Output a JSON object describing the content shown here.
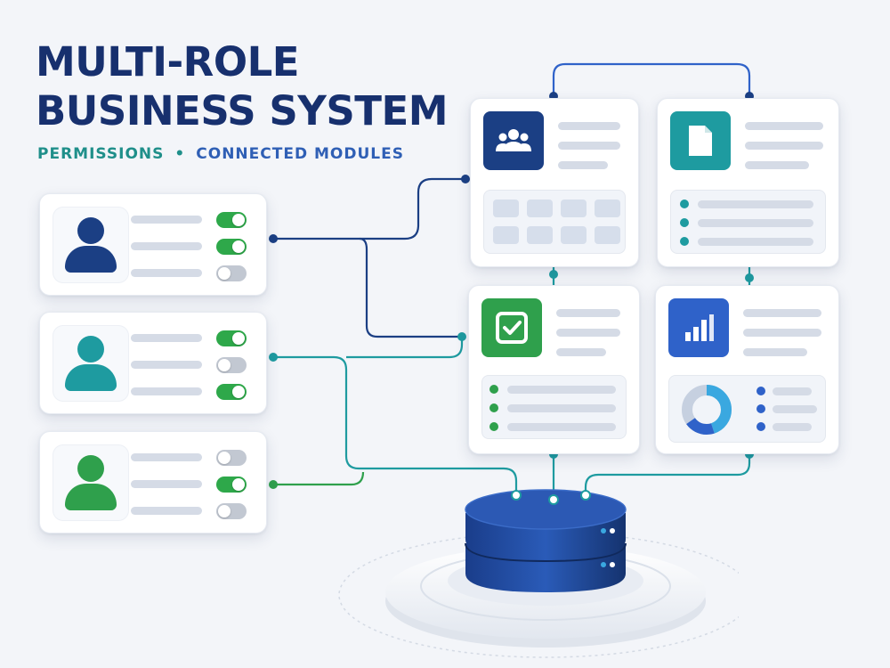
{
  "header": {
    "title_line1": "MULTI-ROLE",
    "title_line2": "BUSINESS SYSTEM",
    "subtitle_a": "PERMISSIONS",
    "subtitle_sep": "•",
    "subtitle_b": "CONNECTED MODULES"
  },
  "roles": [
    {
      "color": "#1b3f84",
      "toggles": [
        true,
        true,
        false
      ]
    },
    {
      "color": "#1e9ba0",
      "toggles": [
        true,
        false,
        true
      ]
    },
    {
      "color": "#2fa04c",
      "toggles": [
        false,
        true,
        false
      ]
    }
  ],
  "modules": [
    {
      "icon": "users-icon",
      "color": "#1b3f84"
    },
    {
      "icon": "document-icon",
      "color": "#1e9ba0"
    },
    {
      "icon": "checkbox-icon",
      "color": "#2fa04c"
    },
    {
      "icon": "bar-chart-icon",
      "color": "#2f62c9"
    }
  ],
  "colors": {
    "navy": "#1b3f84",
    "teal": "#1e9ba0",
    "green": "#2fa04c",
    "blue": "#2f62c9",
    "title": "#17306e"
  }
}
